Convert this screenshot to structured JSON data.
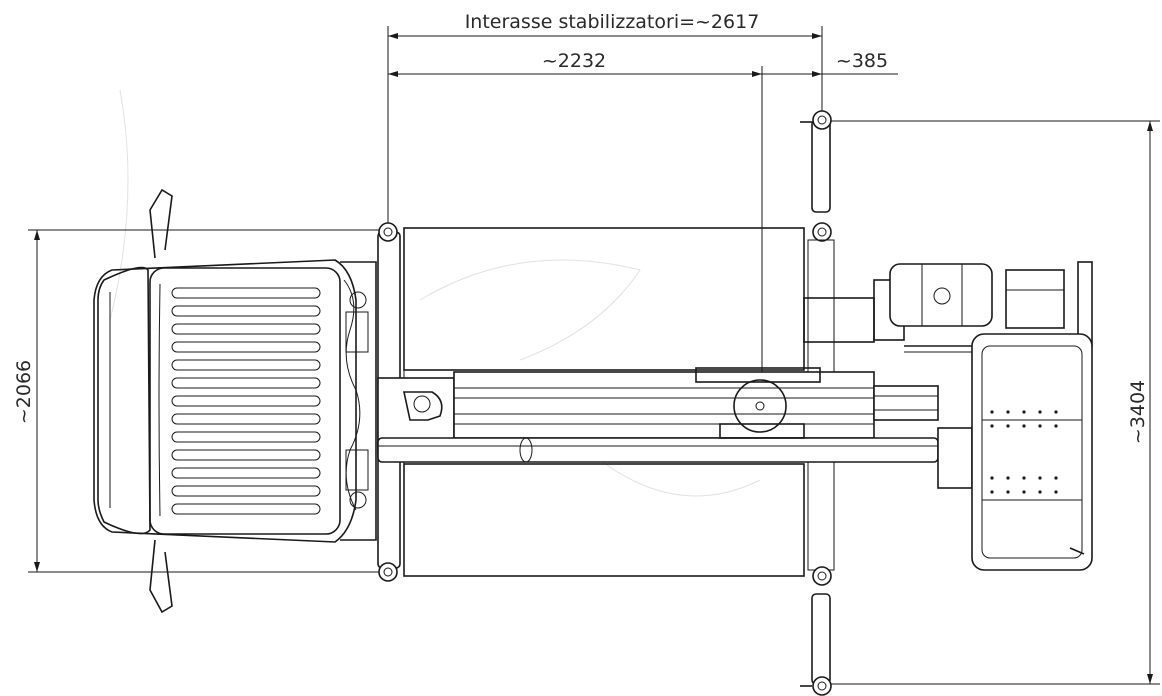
{
  "dimensions": {
    "stabilizer_wheelbase": "Interasse stabilizzatori=~2617",
    "front_to_mast": "~2232",
    "mast_to_rear": "~385",
    "vehicle_width": "~2066",
    "stabilizer_span": "~3404"
  }
}
